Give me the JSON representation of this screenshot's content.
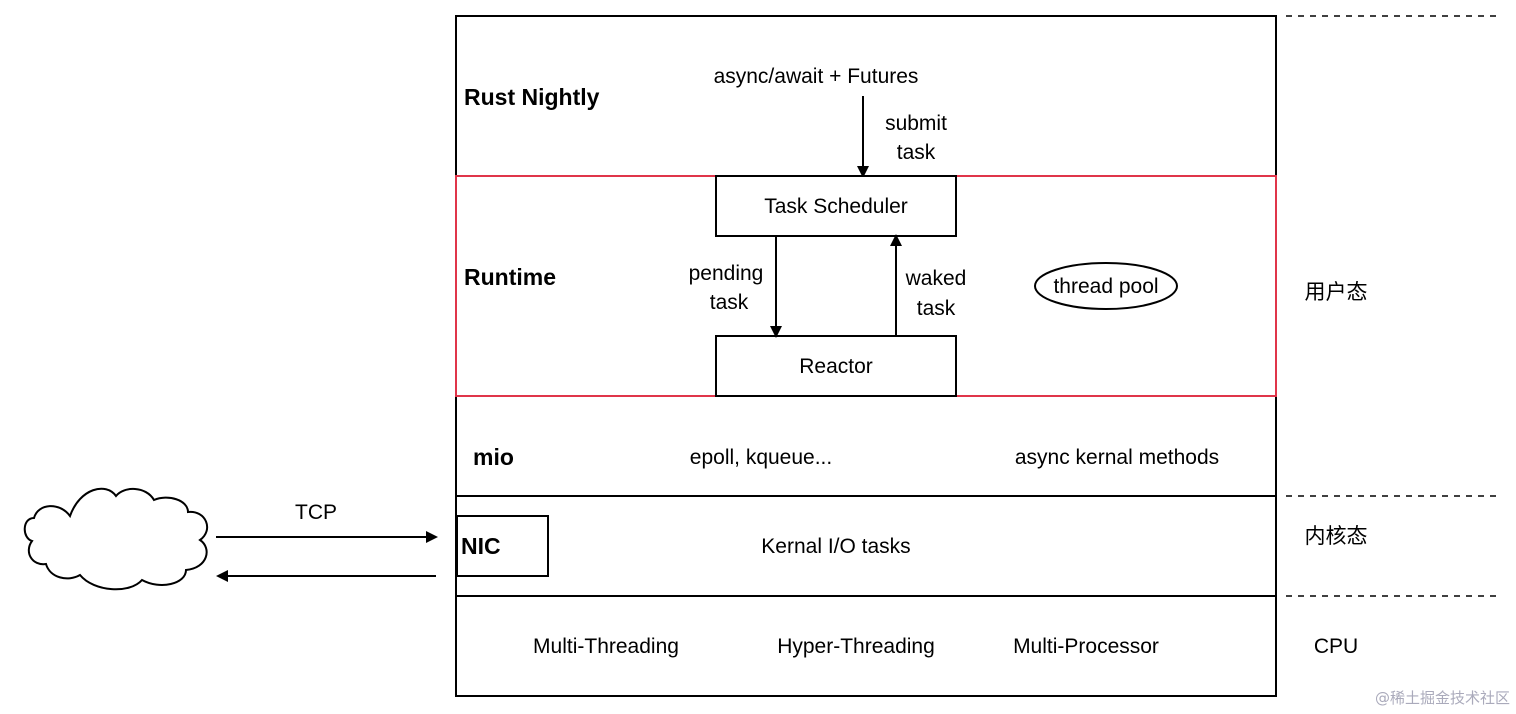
{
  "layers": {
    "rust_nightly": {
      "title": "Rust Nightly",
      "top_text": "async/await + Futures",
      "submit_label_1": "submit",
      "submit_label_2": "task"
    },
    "runtime": {
      "title": "Runtime",
      "scheduler": "Task Scheduler",
      "reactor": "Reactor",
      "pending_1": "pending",
      "pending_2": "task",
      "waked_1": "waked",
      "waked_2": "task",
      "thread_pool": "thread pool"
    },
    "mio": {
      "title": "mio",
      "center_text": "epoll, kqueue...",
      "right_text": "async kernal methods"
    },
    "kernel": {
      "nic": "NIC",
      "center_text": "Kernal I/O tasks"
    },
    "cpu": {
      "items": [
        "Multi-Threading",
        "Hyper-Threading",
        "Multi-Processor"
      ]
    }
  },
  "side_labels": {
    "user_space": "用户态",
    "kernel_space": "内核态",
    "cpu": "CPU"
  },
  "network": {
    "tcp": "TCP"
  },
  "watermark": "@稀土掘金技术社区",
  "colors": {
    "runtime_border": "#e0354a",
    "line": "#000000"
  }
}
